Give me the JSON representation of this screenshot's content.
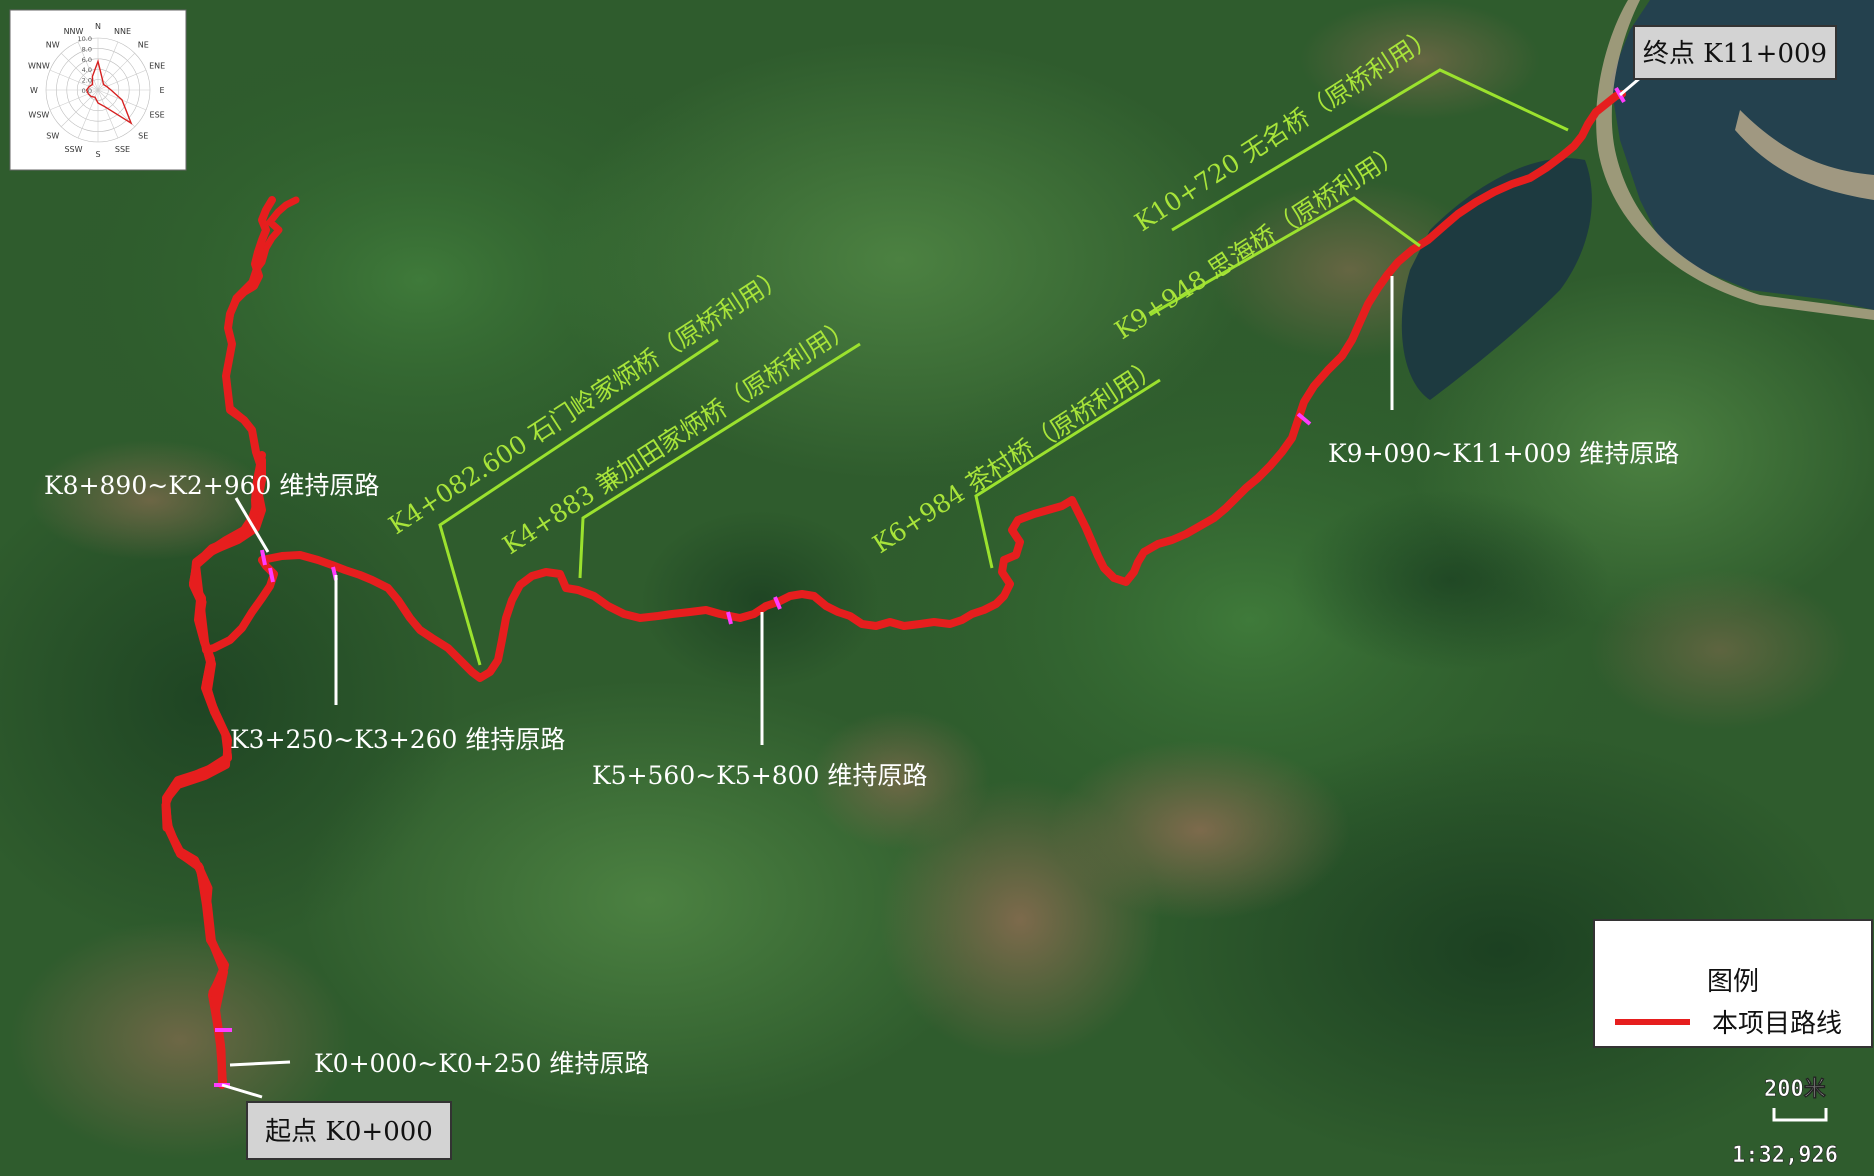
{
  "map": {
    "start_label": "起点 K0+000",
    "end_label": "终点 K11+009",
    "route_color": "#e61e1e",
    "marker_color": "#ff3cff",
    "bridge_line_color": "#9be22e",
    "annotations": {
      "white": [
        {
          "id": "k8",
          "text": "K8+890~K2+960 维持原路"
        },
        {
          "id": "k3",
          "text": "K3+250~K3+260 维持原路"
        },
        {
          "id": "k5",
          "text": "K5+560~K5+800 维持原路"
        },
        {
          "id": "k0",
          "text": "K0+000~K0+250 维持原路"
        },
        {
          "id": "k9",
          "text": "K9+090~K11+009 维持原路"
        }
      ],
      "bridges": [
        {
          "id": "b1",
          "text": "K4+082.600 石门岭家炳桥（原桥利用）"
        },
        {
          "id": "b2",
          "text": "K4+883 兼加田家炳桥（原桥利用）"
        },
        {
          "id": "b3",
          "text": "K6+984 茶村桥（原桥利用）"
        },
        {
          "id": "b4",
          "text": "K9+948 思海桥（原桥利用）"
        },
        {
          "id": "b5",
          "text": "K10+720 无名桥（原桥利用）"
        }
      ]
    }
  },
  "legend": {
    "title": "图例",
    "items": [
      {
        "label": "本项目路线",
        "color": "#e61e1e"
      }
    ]
  },
  "scale": {
    "bar_label": "200米",
    "ratio": "1:32,926"
  },
  "wind_rose": {
    "directions": [
      "N",
      "NNE",
      "NE",
      "ENE",
      "E",
      "ESE",
      "SE",
      "SSE",
      "S",
      "SSW",
      "SW",
      "WSW",
      "W",
      "WNW",
      "NW",
      "NNW"
    ],
    "ring_labels": [
      "10.0",
      "8.0",
      "6.0",
      "4.0",
      "2.0",
      "0.0"
    ],
    "frequencies": [
      5.5,
      2.2,
      1.5,
      1.8,
      2.5,
      5.0,
      9.0,
      3.5,
      2.5,
      1.5,
      1.8,
      2.0,
      2.2,
      1.8,
      1.5,
      2.8
    ],
    "max_value": 10.0,
    "line_color": "#d62020"
  }
}
